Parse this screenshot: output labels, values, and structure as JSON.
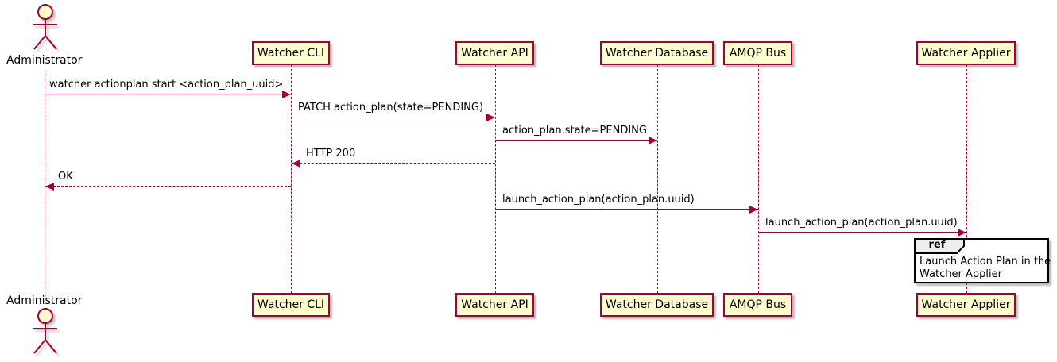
{
  "actor": {
    "name": "Administrator"
  },
  "participants": [
    {
      "name": "Watcher CLI"
    },
    {
      "name": "Watcher API"
    },
    {
      "name": "Watcher Database"
    },
    {
      "name": "AMQP Bus"
    },
    {
      "name": "Watcher Applier"
    }
  ],
  "messages": [
    {
      "label": "watcher actionplan start <action_plan_uuid>",
      "from": "Administrator",
      "to": "Watcher CLI",
      "style": "solid"
    },
    {
      "label": "PATCH action_plan(state=PENDING)",
      "from": "Watcher CLI",
      "to": "Watcher API",
      "style": "solid"
    },
    {
      "label": "action_plan.state=PENDING",
      "from": "Watcher API",
      "to": "Watcher Database",
      "style": "solid"
    },
    {
      "label": "HTTP 200",
      "from": "Watcher API",
      "to": "Watcher CLI",
      "style": "dashed"
    },
    {
      "label": "OK",
      "from": "Watcher CLI",
      "to": "Administrator",
      "style": "dashed"
    },
    {
      "label": "launch_action_plan(action_plan.uuid)",
      "from": "Watcher API",
      "to": "AMQP Bus",
      "style": "solid"
    },
    {
      "label": "launch_action_plan(action_plan.uuid)",
      "from": "AMQP Bus",
      "to": "Watcher Applier",
      "style": "solid"
    }
  ],
  "ref": {
    "keyword": "ref",
    "line1": "Launch Action Plan in the",
    "line2": "Watcher Applier"
  },
  "colors": {
    "participant_fill": "#FEFECE",
    "line": "#A80036",
    "ref_border": "#000000",
    "ref_header_fill": "#EEEEEE",
    "text": "#000000",
    "background": "#FFFFFF"
  }
}
